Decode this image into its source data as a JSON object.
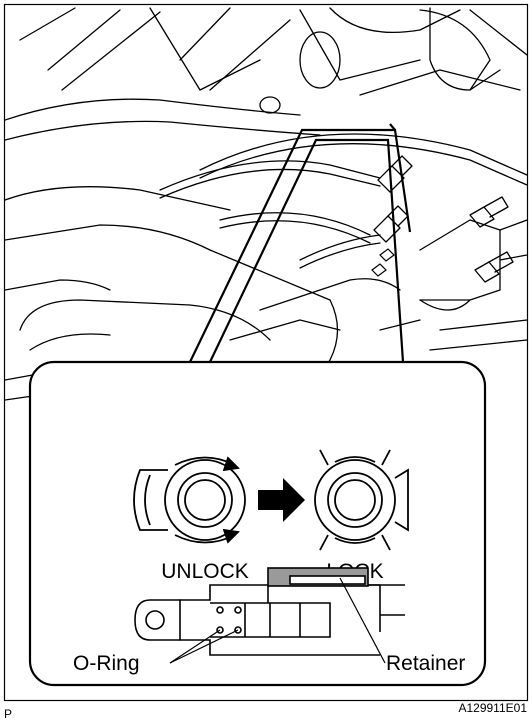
{
  "labels": {
    "unlock": "UNLOCK",
    "lock": "LOCK",
    "o_ring": "O-Ring",
    "retainer": "Retainer",
    "corner_mark": "P",
    "figure_id": "A129911E01"
  },
  "icons": {
    "direction_arrow": "right-arrow-icon"
  },
  "colors": {
    "line": "#000000",
    "retainer_fill": "#9a9a9a",
    "background": "#ffffff"
  }
}
